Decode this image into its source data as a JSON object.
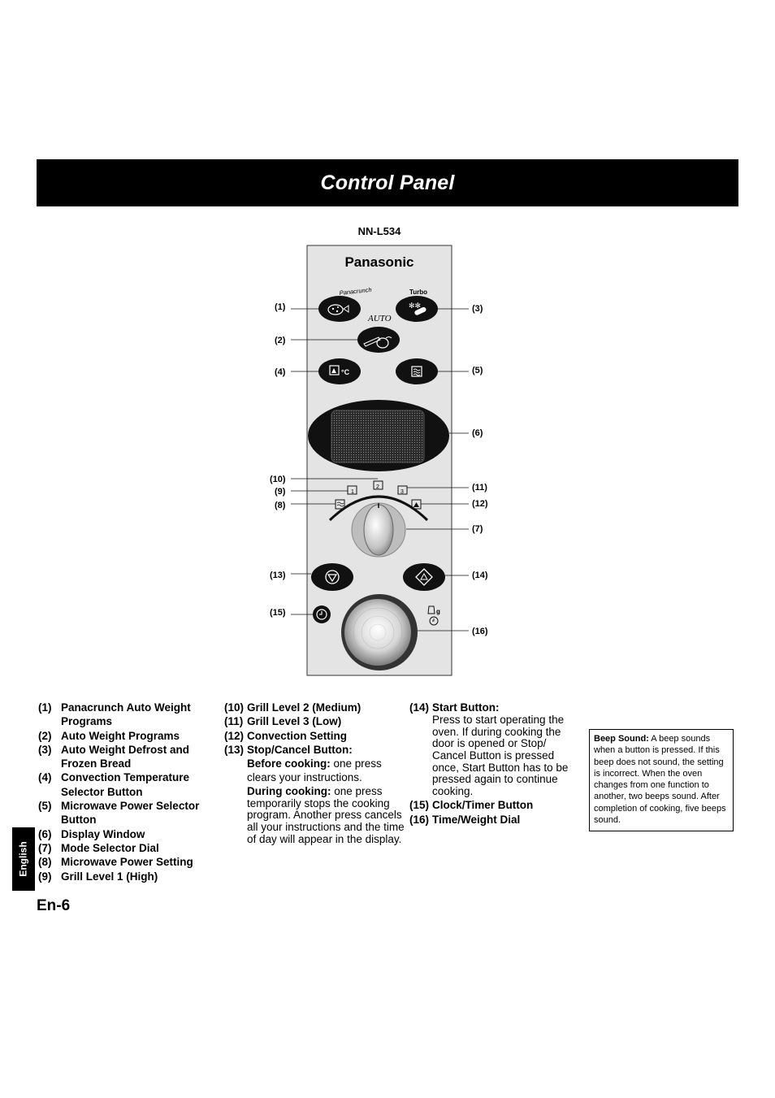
{
  "header": {
    "title": "Control Panel"
  },
  "model": "NN-L534",
  "panel": {
    "brand": "Panasonic",
    "label_panacrunch": "Panacrunch",
    "label_turbo": "Turbo",
    "label_auto": "AUTO",
    "unit_celsius": "°C",
    "grill_marks": [
      "1",
      "2",
      "3"
    ],
    "unit_gram": "g",
    "callouts": [
      "(1)",
      "(2)",
      "(3)",
      "(4)",
      "(5)",
      "(6)",
      "(7)",
      "(8)",
      "(9)",
      "(10)",
      "(11)",
      "(12)",
      "(13)",
      "(14)",
      "(15)",
      "(16)"
    ]
  },
  "legend": {
    "col1": [
      {
        "num": "(1)",
        "text": "Panacrunch Auto Weight Programs"
      },
      {
        "num": "(2)",
        "text": "Auto Weight Programs"
      },
      {
        "num": "(3)",
        "text": "Auto Weight Defrost and Frozen Bread"
      },
      {
        "num": "(4)",
        "text": "Convection Temperature Selector Button"
      },
      {
        "num": "(5)",
        "text": "Microwave Power Selector Button"
      },
      {
        "num": "(6)",
        "text": "Display Window"
      },
      {
        "num": "(7)",
        "text": "Mode Selector Dial"
      },
      {
        "num": "(8)",
        "text": "Microwave Power Setting"
      },
      {
        "num": "(9)",
        "text": "Grill Level 1 (High)"
      }
    ],
    "col2": [
      {
        "num": "(10)",
        "text": "Grill Level 2 (Medium)"
      },
      {
        "num": "(11)",
        "text": "Grill Level 3 (Low)"
      },
      {
        "num": "(12)",
        "text": "Convection Setting"
      },
      {
        "num": "(13)",
        "text": "Stop/Cancel Button:"
      }
    ],
    "stop_desc": {
      "before_label": "Before cooking:",
      "before_text": " one press clears your instructions.",
      "during_label": "During cooking:",
      "during_text": " one press temporarily stops the cooking program. Another press cancels all your instructions and the time of day will appear in the display."
    },
    "col3": [
      {
        "num": "(14)",
        "text": "Start Button:"
      },
      {
        "num": "(15)",
        "text": "Clock/Timer Button"
      },
      {
        "num": "(16)",
        "text": "Time/Weight Dial"
      }
    ],
    "start_desc": "Press to start operating the oven. If during cooking the door is opened or Stop/ Cancel Button is pressed once, Start Button has to be pressed again to continue cooking."
  },
  "beep": {
    "label": "Beep Sound:",
    "text": " A beep sounds when a button is pressed. If this beep does not sound, the setting is incorrect. When the oven changes from one function to another, two beeps sound. After completion of cooking, five beeps sound."
  },
  "footer": {
    "language": "English",
    "page": "En-6"
  }
}
